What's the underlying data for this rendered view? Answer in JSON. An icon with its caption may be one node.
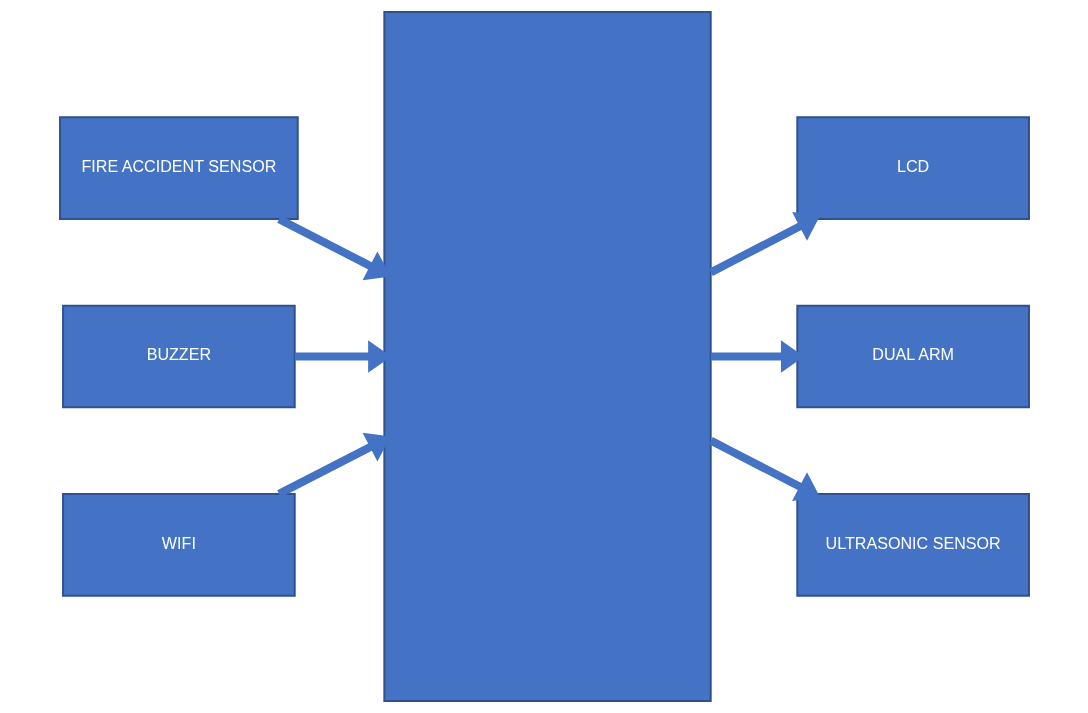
{
  "diagram": {
    "nodes": [
      {
        "text": [
          "FIRE ACCIDENT SENSOR"
        ]
      },
      {
        "text": [
          "BUZZER"
        ]
      },
      {
        "text": [
          "WIFI"
        ]
      },
      {
        "text": [],
        "shape": "box"
      },
      {
        "text": [
          "LCD"
        ]
      },
      {
        "text": [
          "DUAL ARM"
        ]
      },
      {
        "text": [
          "ULTRASONIC SENSOR"
        ]
      }
    ],
    "edges": [
      {
        "from": 0,
        "to": 3,
        "arrow": "to"
      },
      {
        "from": 1,
        "to": 3,
        "arrow": "to"
      },
      {
        "from": 2,
        "to": 3,
        "arrow": "to"
      },
      {
        "from": 3,
        "to": 4,
        "arrow": "to"
      },
      {
        "from": 3,
        "to": 5,
        "arrow": "to"
      },
      {
        "from": 3,
        "to": 6,
        "arrow": "to"
      }
    ]
  }
}
